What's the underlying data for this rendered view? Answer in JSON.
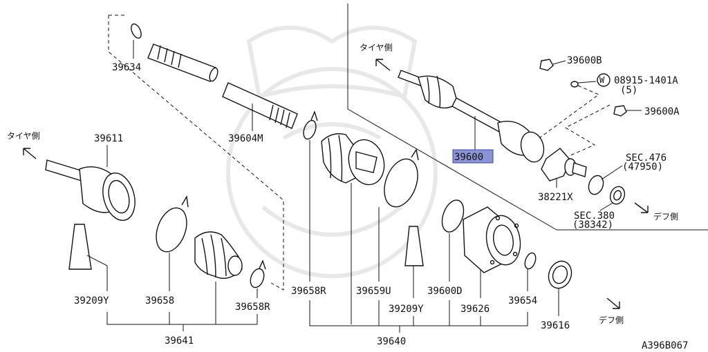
{
  "diagram": {
    "ref_code": "A396B067",
    "parts": {
      "p39634": "39634",
      "p39604M": "39604M",
      "p39611": "39611",
      "p39209Y_left": "39209Y",
      "p39658": "39658",
      "p39658R_lower": "39658R",
      "p39658R": "39658R",
      "p39641": "39641",
      "p39659U": "39659U",
      "p39209Y_mid": "39209Y",
      "p39600D": "39600D",
      "p39640": "39640",
      "p39626": "39626",
      "p39654": "39654",
      "p39616": "39616",
      "p39600": "39600",
      "p39600B": "39600B",
      "p08915": "08915-1401A",
      "p08915_qty": "(5)",
      "washer_mark": "W",
      "p39600A": "39600A",
      "p38221X": "38221X",
      "sec476": "SEC.476",
      "sec476_ref": "(47950)",
      "sec380": "SEC.380",
      "sec380_ref": "(38342)"
    },
    "direction_labels": {
      "tire_side_left": "タイヤ側",
      "tire_side_upper": "タイヤ側",
      "diff_side_right": "デフ側",
      "diff_side_lower": "デフ側"
    },
    "highlight_color": "#8a93d6"
  }
}
